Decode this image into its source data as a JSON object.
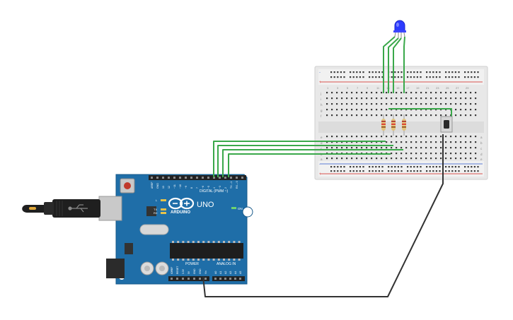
{
  "arduino": {
    "brand": "ARDUINO",
    "model": "UNO",
    "digital_header": "DIGITAL (PWM ~)",
    "analog_header": "ANALOG IN",
    "power_header": "POWER",
    "on_label": "ON",
    "led_l": "L",
    "led_tx": "TX",
    "led_rx": "RX",
    "top_pin_labels": [
      "AREF",
      "GND",
      "13",
      "12",
      "~11",
      "~10",
      "~9",
      "8",
      "7",
      "~6",
      "~5",
      "4",
      "~3",
      "2",
      "TX→1",
      "RX←0"
    ],
    "power_pin_labels": [
      "IOREF",
      "RESET",
      "3.3V",
      "5V",
      "GND",
      "GND",
      "Vin"
    ],
    "analog_pin_labels": [
      "A0",
      "A1",
      "A2",
      "A3",
      "A4",
      "A5"
    ]
  },
  "breadboard": {
    "left_row_labels": [
      "j",
      "i",
      "h",
      "g",
      "f",
      "e",
      "d",
      "c",
      "b",
      "a"
    ],
    "right_row_labels": [
      "a",
      "b",
      "c",
      "d",
      "e"
    ],
    "column_numbers": [
      "1",
      "3",
      "5",
      "7",
      "9",
      "11",
      "13",
      "15",
      "17",
      "19",
      "21",
      "23",
      "25",
      "27",
      "29"
    ]
  },
  "components": {
    "rgb_led": "rgb-led",
    "resistors": 3,
    "pushbutton": "pushbutton",
    "usb_cable": "usb-cable"
  },
  "colors": {
    "board_blue": "#1f6ea8",
    "wire_green": "#3aa84a",
    "wire_dark": "#333333",
    "led_blue": "#2d3bff",
    "breadboard": "#e9e9e9",
    "rail_red": "#d9534f",
    "rail_blue": "#5b7bd5"
  }
}
